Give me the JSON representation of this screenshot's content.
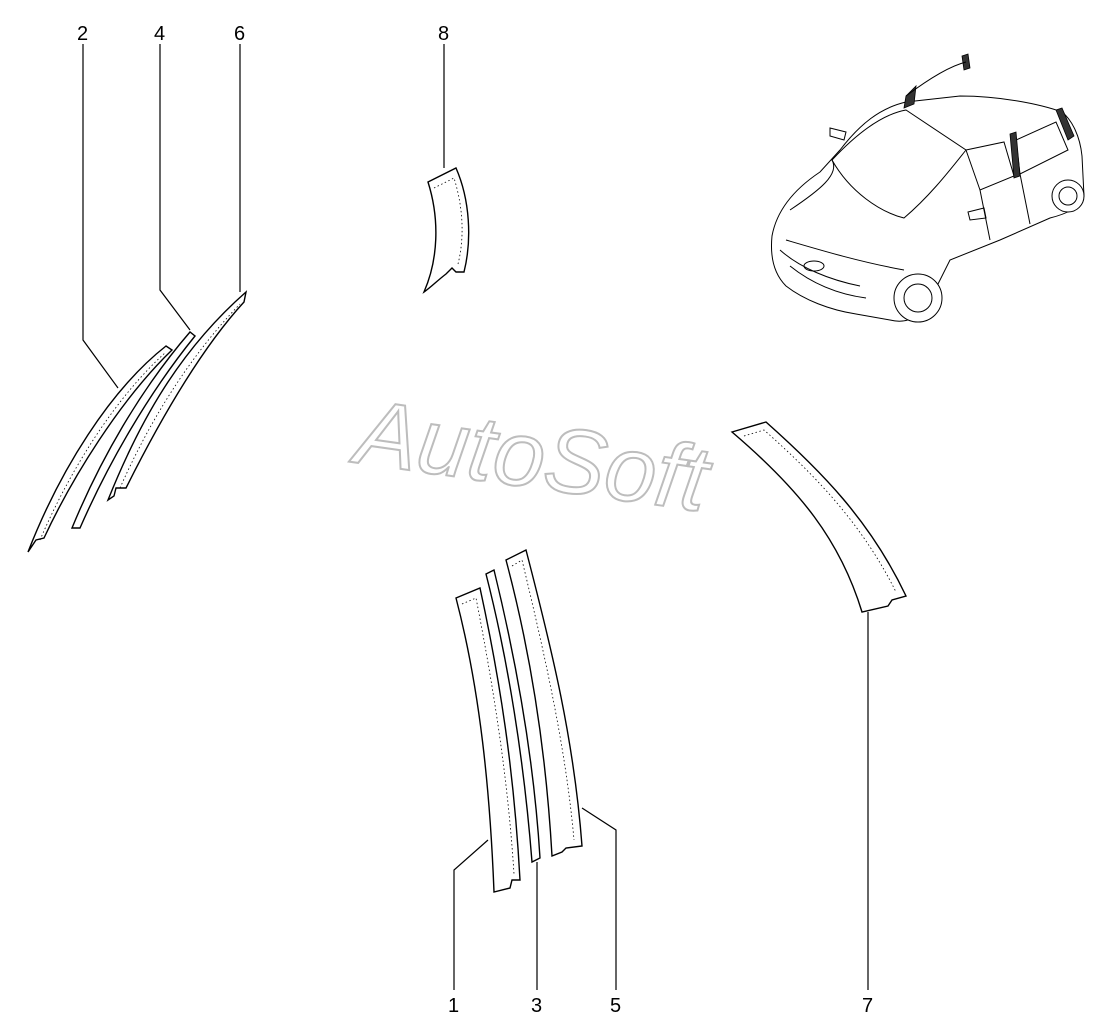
{
  "watermark": "AutoSoft",
  "callouts": [
    {
      "id": "1",
      "label": "1"
    },
    {
      "id": "2",
      "label": "2"
    },
    {
      "id": "3",
      "label": "3"
    },
    {
      "id": "4",
      "label": "4"
    },
    {
      "id": "5",
      "label": "5"
    },
    {
      "id": "6",
      "label": "6"
    },
    {
      "id": "7",
      "label": "7"
    },
    {
      "id": "8",
      "label": "8"
    }
  ]
}
